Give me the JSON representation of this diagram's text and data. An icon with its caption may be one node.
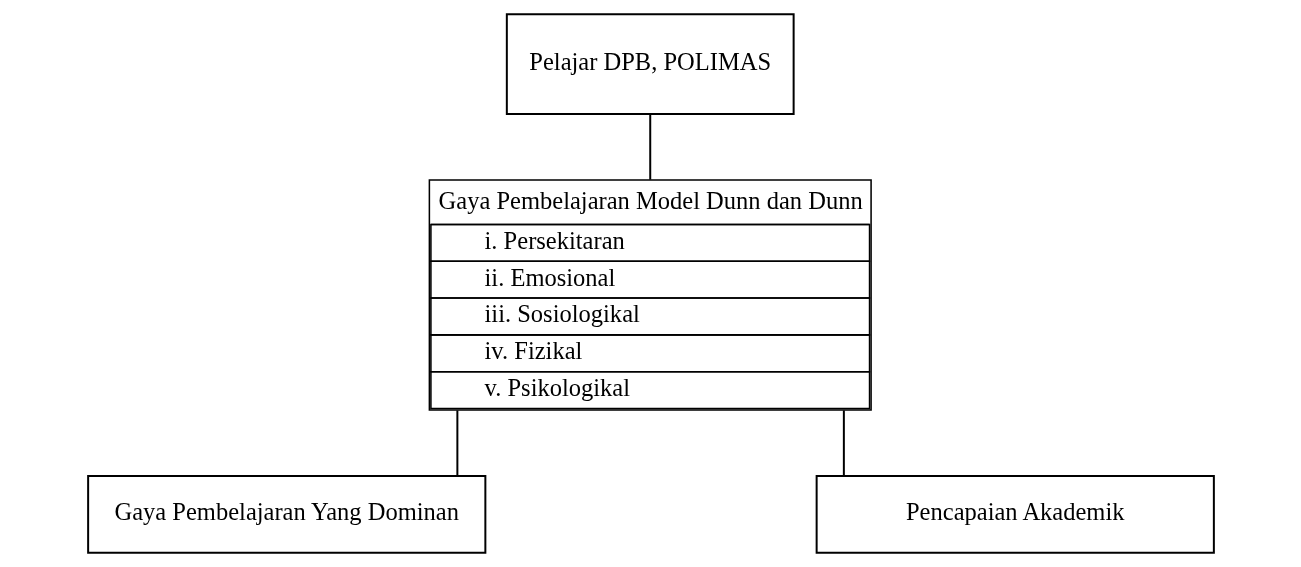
{
  "diagram": {
    "nodes": [
      {
        "text": [
          "Pelajar DPB, POLIMAS"
        ]
      },
      {
        "text": [
          "Gaya Pembelajaran Model Dunn dan Dunn",
          "i. Persekitaran",
          "ii. Emosional",
          "iii. Sosiologikal",
          "iv. Fizikal",
          "v. Psikologikal"
        ]
      },
      {
        "text": [
          "Gaya Pembelajaran Yang Dominan"
        ]
      },
      {
        "text": [
          "Pencapaian Akademik"
        ]
      }
    ],
    "edges": [
      {
        "from": 0,
        "to": 1,
        "arrow": "none"
      },
      {
        "from": 1,
        "to": 2,
        "arrow": "none"
      },
      {
        "from": 1,
        "to": 3,
        "arrow": "none"
      }
    ]
  }
}
